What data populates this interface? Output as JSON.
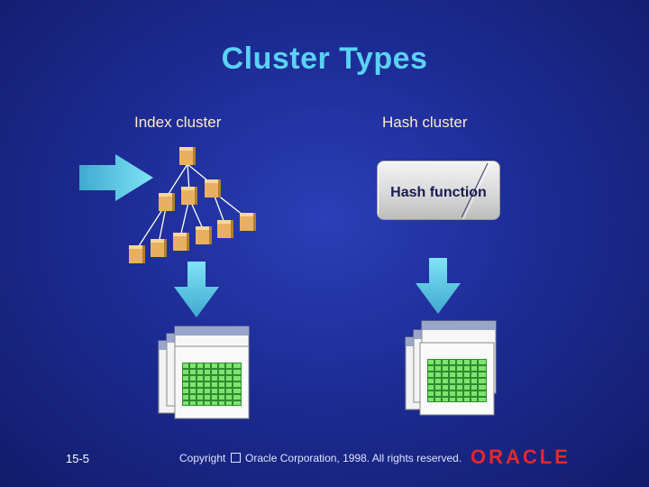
{
  "slide": {
    "title": "Cluster Types",
    "index_label": "Index cluster",
    "hash_label": "Hash cluster",
    "hash_box_text": "Hash function",
    "slide_number": "15-5",
    "copyright_before": "Copyright",
    "copyright_after": "Oracle Corporation, 1998. All rights reserved.",
    "logo_text": "ORACLE"
  },
  "colors": {
    "title": "#5ad2f5",
    "labels": "#ffe9c8",
    "node": "#e8b060",
    "arrow": "#4fc3e3",
    "table_grid": "#2e8b2e",
    "logo": "#e8272b"
  }
}
